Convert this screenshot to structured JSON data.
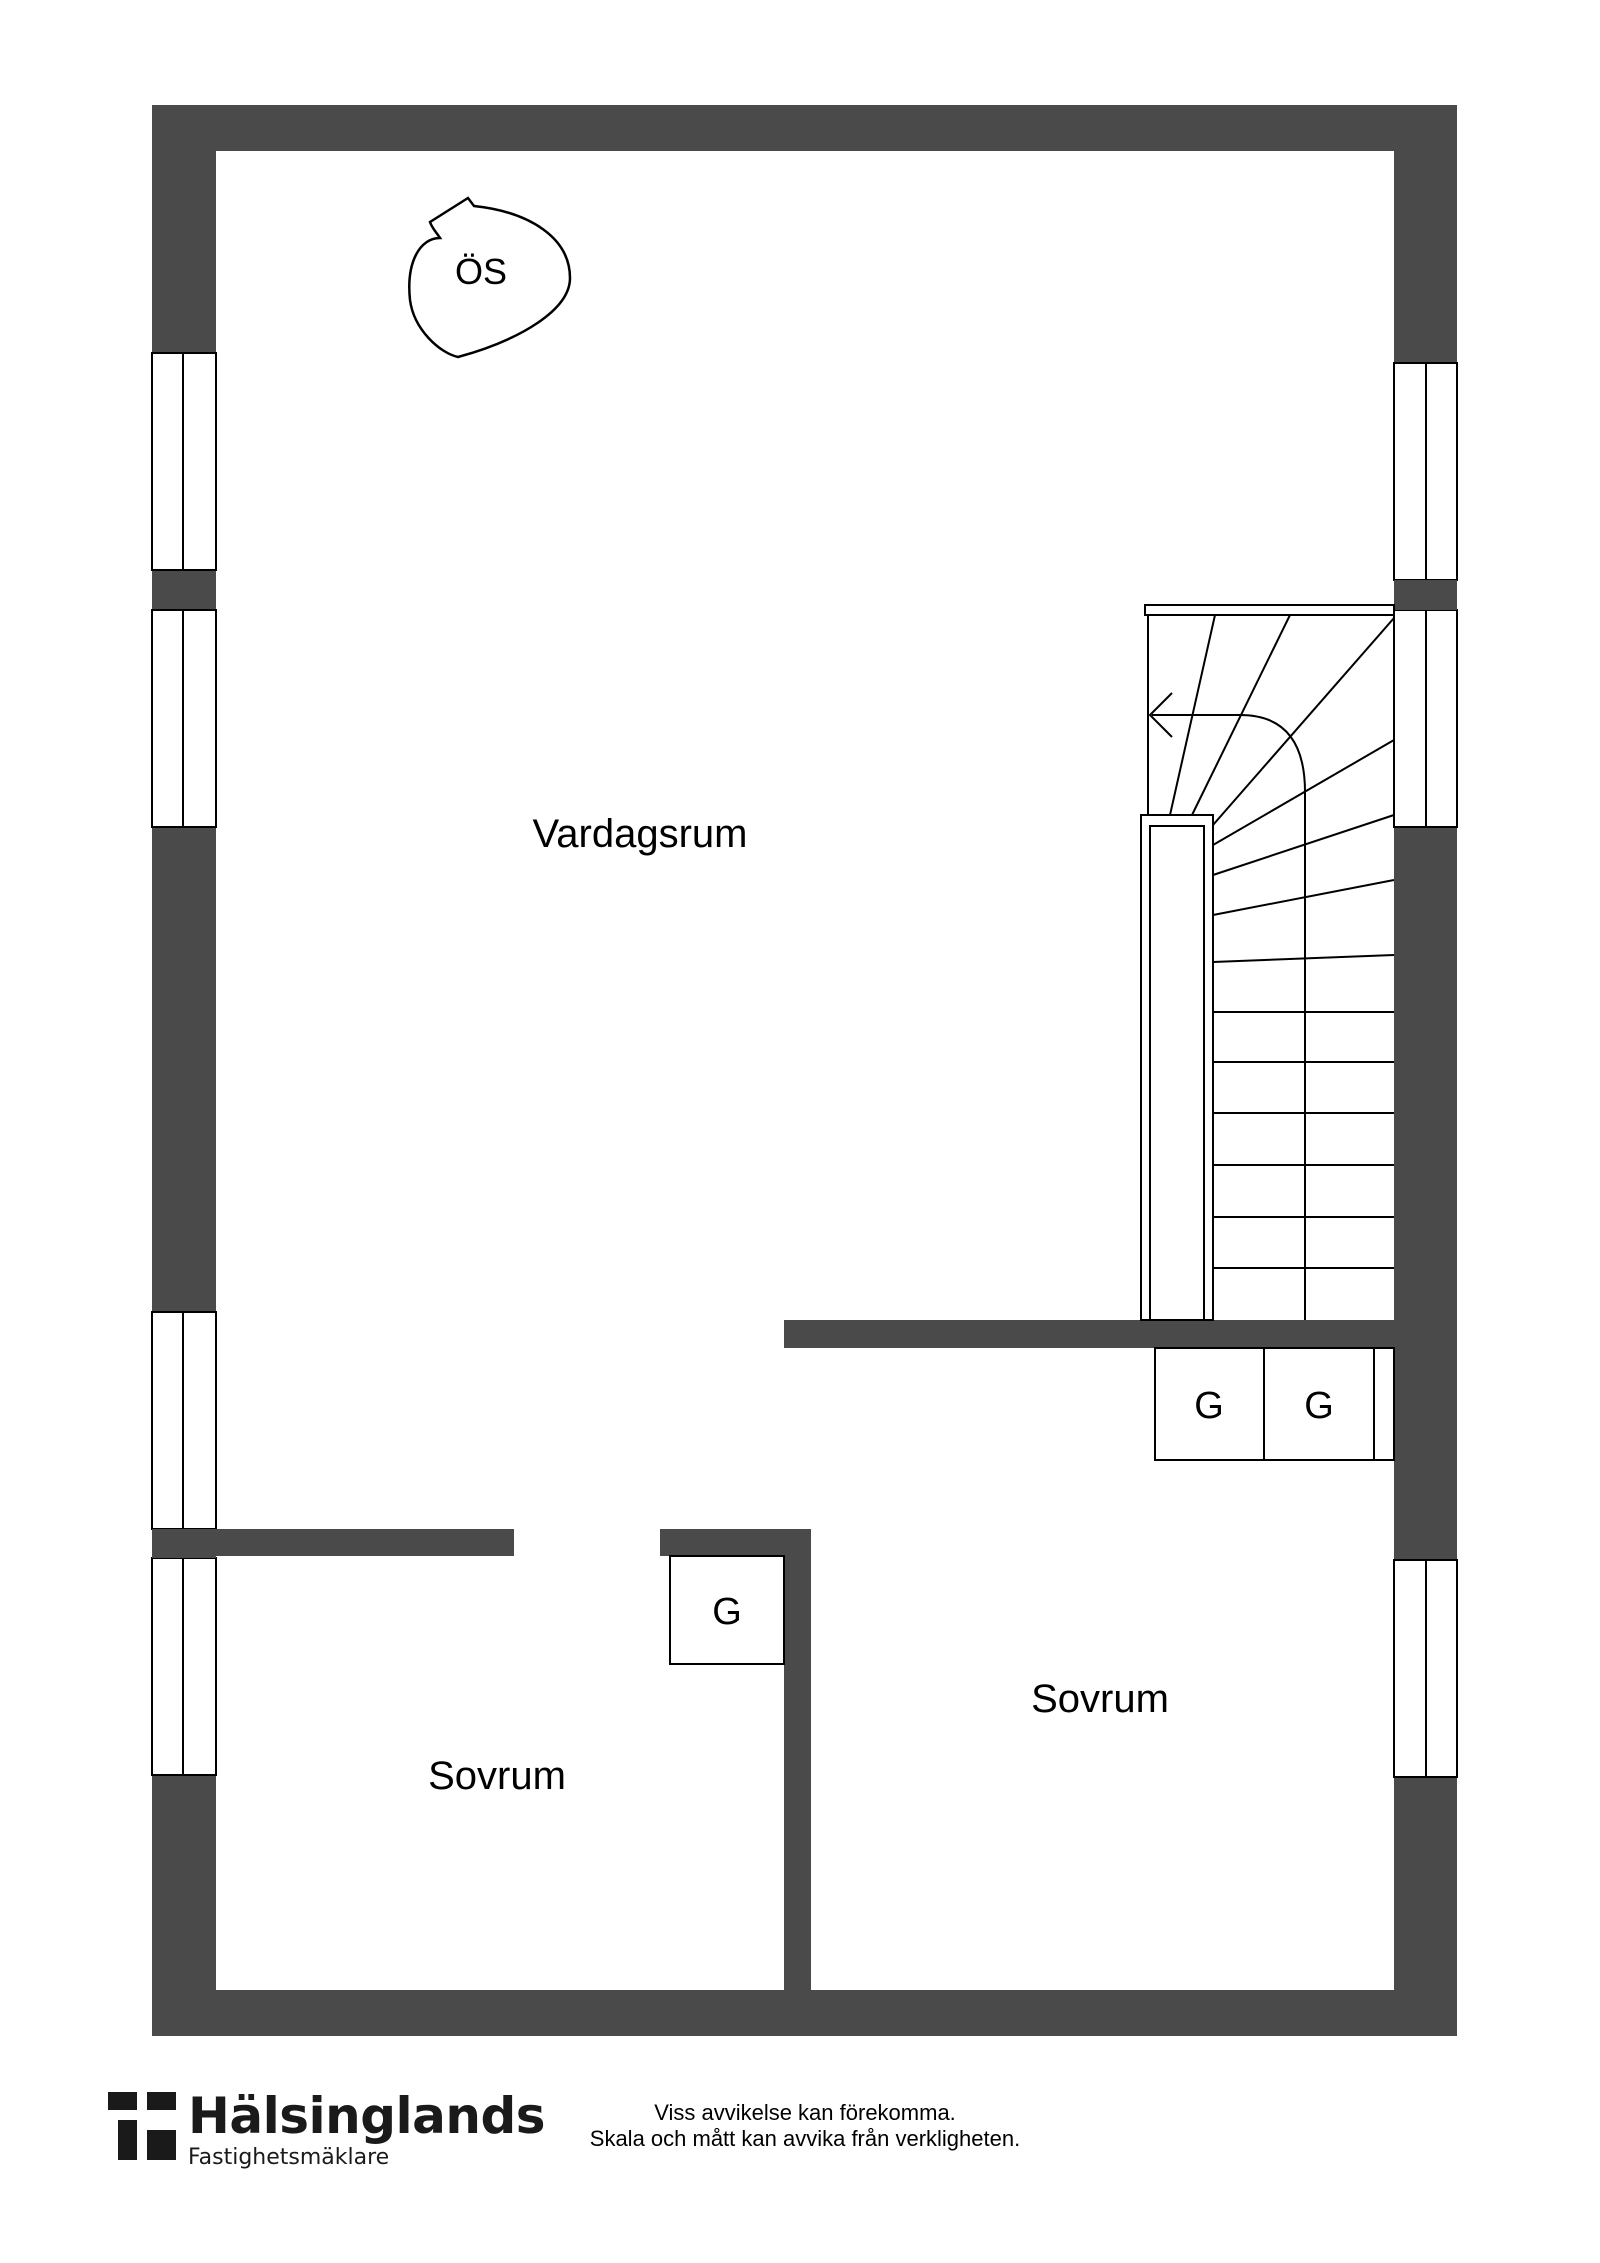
{
  "rooms": {
    "living": "Vardagsrum",
    "bedroom_left": "Sovrum",
    "bedroom_right": "Sovrum"
  },
  "fixtures": {
    "stove": "ÖS",
    "wardrobe_a": "G",
    "wardrobe_b": "G",
    "wardrobe_c": "G"
  },
  "footer": {
    "brand_name": "Hälsinglands",
    "brand_tagline": "Fastighetsmäklare",
    "disclaimer_line1": "Viss avvikelse kan förekomma.",
    "disclaimer_line2": "Skala och mått kan avvika från verkligheten."
  },
  "colors": {
    "wall": "#4a4a4a",
    "line": "#000000",
    "background": "#ffffff"
  },
  "icons": {
    "logo": "halsinglands-logo-icon",
    "stairs_arrow": "arrow-left-icon"
  }
}
